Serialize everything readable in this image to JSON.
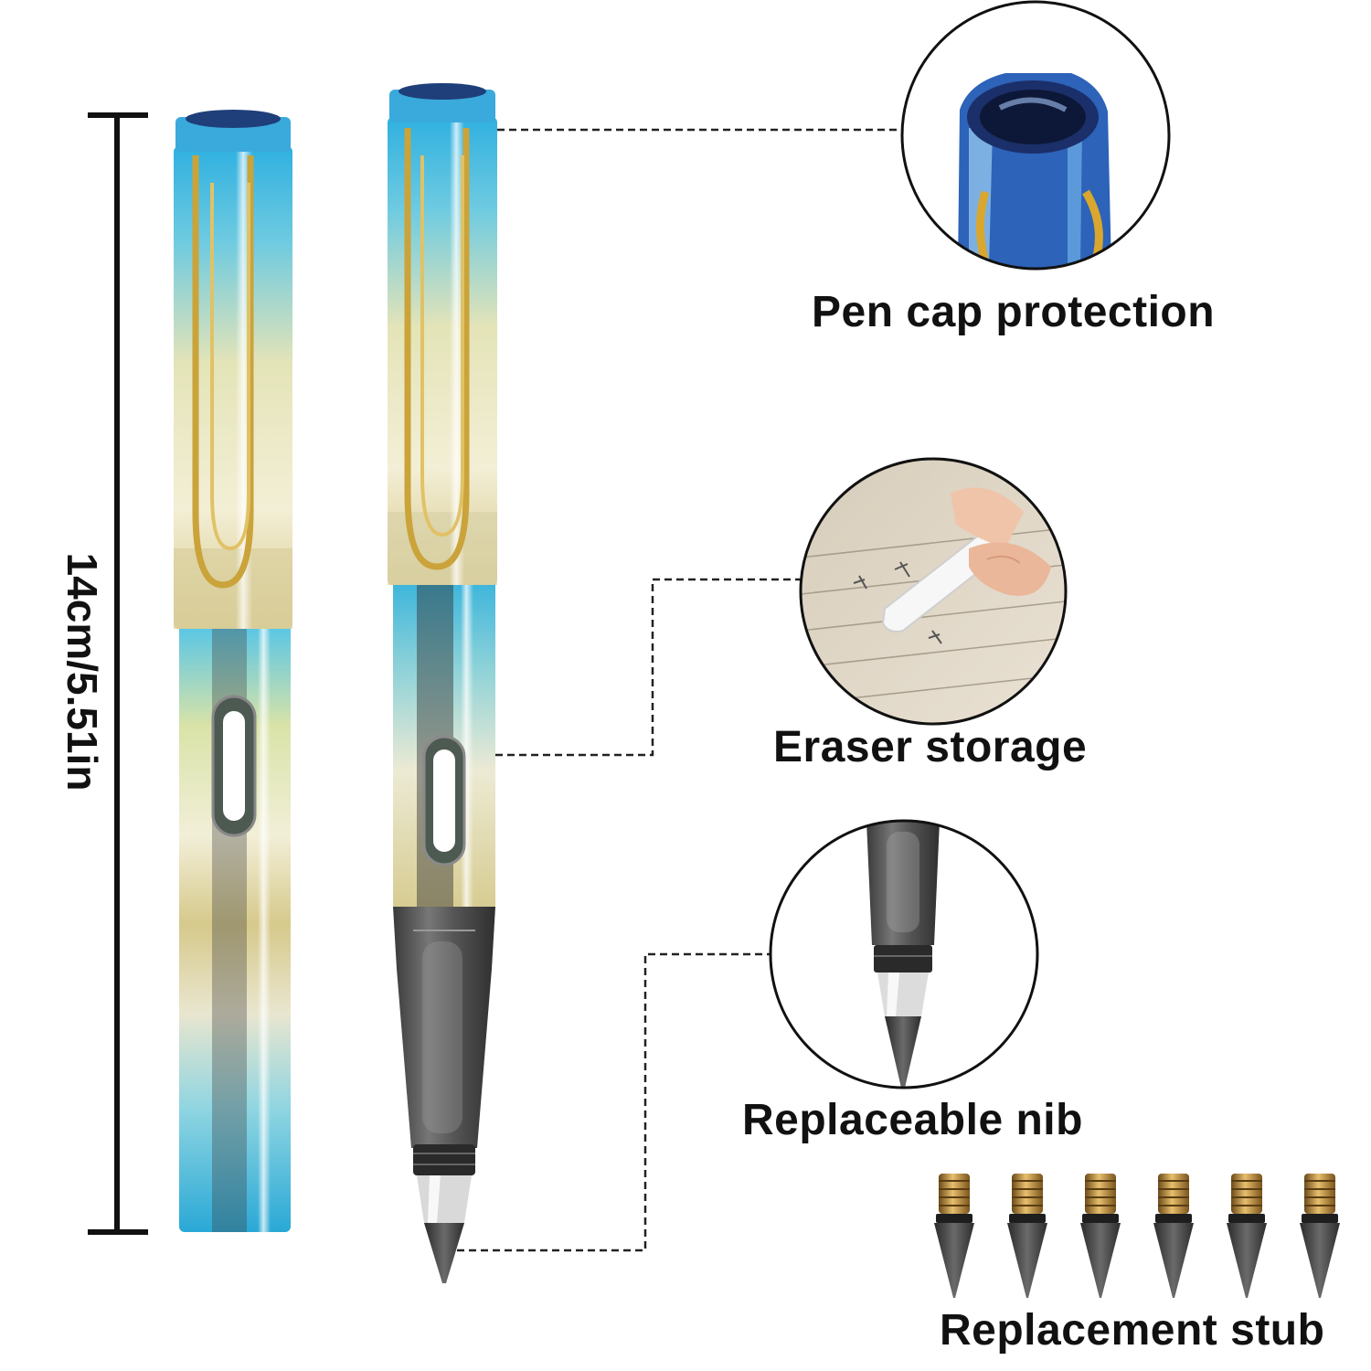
{
  "measurement": {
    "length_label": "14cm/5.51in"
  },
  "callouts": {
    "cap": "Pen cap protection",
    "eraser": "Eraser storage",
    "nib": "Replaceable nib",
    "stub": "Replacement stub"
  },
  "replacement_stub_count": 6,
  "colors": {
    "blue": "#2fb8e6",
    "gold": "#e3cf8f",
    "silver": "#e7e5da",
    "nib_black": "#222222"
  }
}
